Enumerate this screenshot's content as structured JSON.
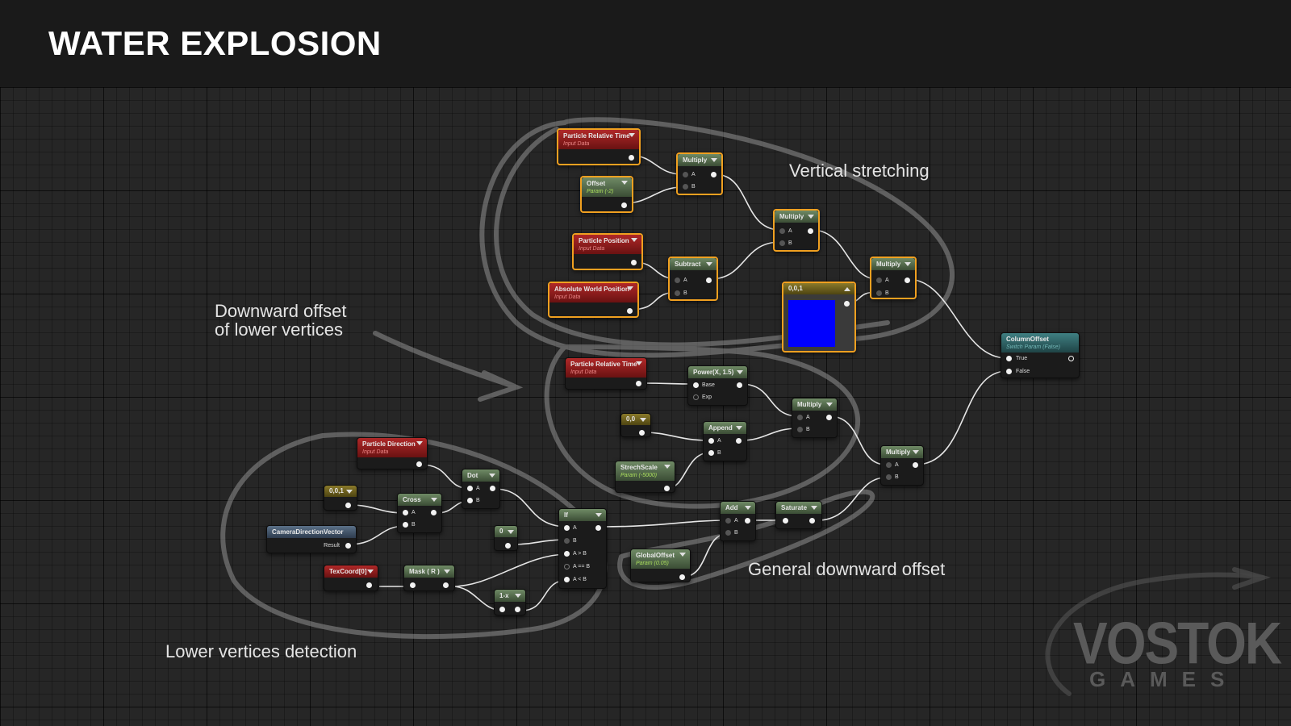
{
  "title": "WATER EXPLOSION",
  "annotations": {
    "vertical": "Vertical stretching",
    "downward_1": "Downward offset",
    "downward_2": "of lower vertices",
    "general": "General downward offset",
    "lower": "Lower vertices detection"
  },
  "logo": {
    "word": "VOSTOK",
    "sub": "GAMES"
  },
  "nodes": {
    "prt1": {
      "title": "Particle Relative Time",
      "sub": "Input Data"
    },
    "offset": {
      "title": "Offset",
      "sub": "Param (-2)"
    },
    "mul1": {
      "title": "Multiply",
      "a": "A",
      "b": "B"
    },
    "ppos": {
      "title": "Particle Position",
      "sub": "Input Data"
    },
    "awp": {
      "title": "Absolute World Position",
      "sub": "Input Data"
    },
    "sub": {
      "title": "Subtract",
      "a": "A",
      "b": "B"
    },
    "mul2": {
      "title": "Multiply",
      "a": "A",
      "b": "B"
    },
    "c001a": {
      "title": "0,0,1"
    },
    "mul3": {
      "title": "Multiply",
      "a": "A",
      "b": "B"
    },
    "colofs": {
      "title": "ColumnOffset",
      "sub": "Switch Param (False)",
      "t": "True",
      "f": "False"
    },
    "prt2": {
      "title": "Particle Relative Time",
      "sub": "Input Data"
    },
    "pow": {
      "title": "Power(X, 1.5)",
      "base": "Base",
      "exp": "Exp"
    },
    "mul4": {
      "title": "Multiply",
      "a": "A",
      "b": "B"
    },
    "c00": {
      "title": "0,0"
    },
    "append": {
      "title": "Append",
      "a": "A",
      "b": "B"
    },
    "strech": {
      "title": "StrechScale",
      "sub": "Param (-5000)"
    },
    "mul5": {
      "title": "Multiply",
      "a": "A",
      "b": "B"
    },
    "pdir": {
      "title": "Particle Direction",
      "sub": "Input Data"
    },
    "dot": {
      "title": "Dot",
      "a": "A",
      "b": "B"
    },
    "c001b": {
      "title": "0,0,1"
    },
    "cross": {
      "title": "Cross",
      "a": "A",
      "b": "B"
    },
    "cdv": {
      "title": "CameraDirectionVector",
      "result": "Result"
    },
    "zero": {
      "title": "0"
    },
    "if": {
      "title": "If",
      "a": "A",
      "b": "B",
      "agb": "A > B",
      "aeb": "A == B",
      "alb": "A < B"
    },
    "add": {
      "title": "Add",
      "a": "A",
      "b": "B"
    },
    "sat": {
      "title": "Saturate"
    },
    "gofs": {
      "title": "GlobalOffset",
      "sub": "Param (0.05)"
    },
    "tex": {
      "title": "TexCoord[0]"
    },
    "mask": {
      "title": "Mask ( R )"
    },
    "onex": {
      "title": "1-x"
    }
  }
}
